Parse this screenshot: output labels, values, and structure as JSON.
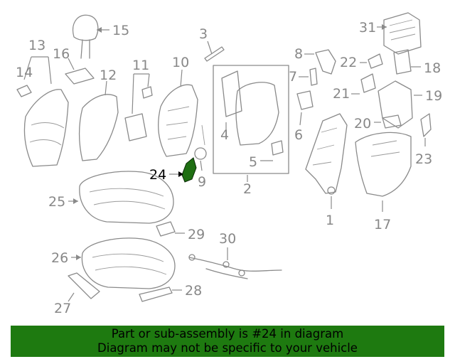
{
  "diagram": {
    "highlighted_part": "24",
    "highlight_color": "#1e6e12",
    "callouts": [
      "1",
      "2",
      "3",
      "4",
      "5",
      "6",
      "7",
      "8",
      "9",
      "10",
      "11",
      "12",
      "13",
      "14",
      "15",
      "16",
      "17",
      "18",
      "19",
      "20",
      "21",
      "22",
      "23",
      "24",
      "25",
      "26",
      "27",
      "28",
      "29",
      "30",
      "31"
    ]
  },
  "banner": {
    "line1": "Part or sub-assembly is #24 in diagram",
    "line2": "Diagram may not be specific to your vehicle",
    "background": "#1e7a10"
  }
}
